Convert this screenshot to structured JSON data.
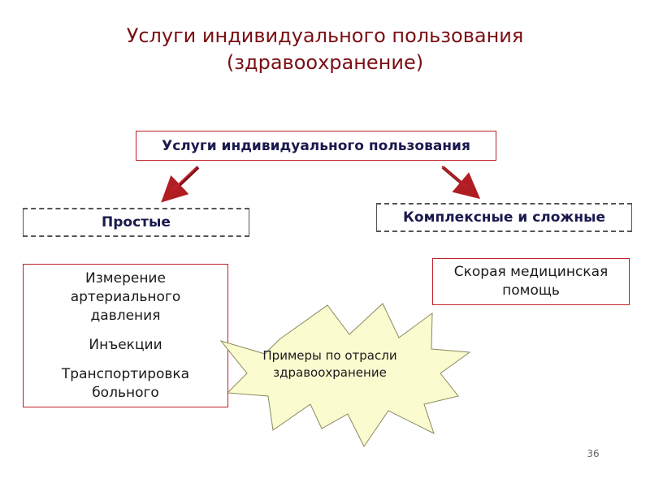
{
  "title": {
    "line1": "Услуги индивидуального пользования",
    "line2": "(здравоохранение)"
  },
  "diagram": {
    "root": "Услуги индивидуального пользования",
    "simple": "Простые",
    "complex": "Комплексные и сложные",
    "simple_examples": {
      "item1": "Измерение артериального давления",
      "item2": "Инъекции",
      "item3": "Транспортировка больного"
    },
    "complex_example": "Скорая медицинская помощь",
    "callout": "Примеры по отрасли здравоохранение"
  },
  "colors": {
    "title": "#7a0f14",
    "box_border": "#c0202a",
    "heading_text": "#1a1a4e",
    "arrow": "#b01e23",
    "starburst_fill": "#fbfbd0"
  },
  "page_number": "36"
}
